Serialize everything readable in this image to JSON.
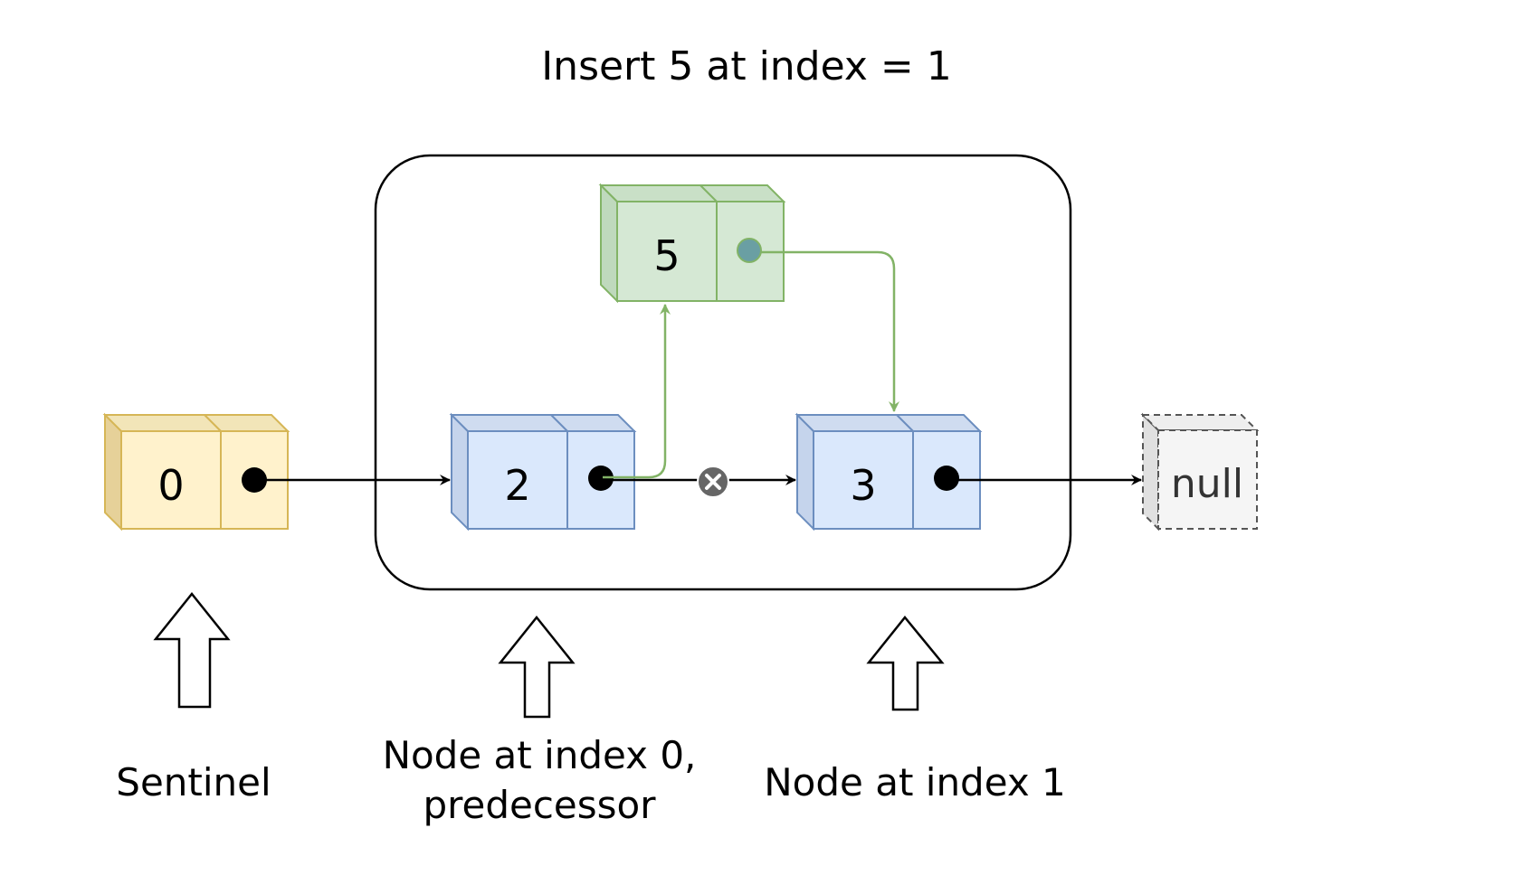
{
  "title": "Insert 5 at index = 1",
  "nodes": {
    "sentinel": {
      "value": "0",
      "fill": "#fff2cc",
      "stroke": "#d6b656"
    },
    "predecessor": {
      "value": "2",
      "fill": "#dae8fc",
      "stroke": "#6c8ebf"
    },
    "new_node": {
      "value": "5",
      "fill": "#d5e8d4",
      "stroke": "#82b366"
    },
    "successor": {
      "value": "3",
      "fill": "#dae8fc",
      "stroke": "#6c8ebf"
    },
    "null_node": {
      "value": "null",
      "fill": "#f5f5f5",
      "stroke": "#666666"
    }
  },
  "labels": {
    "sentinel": "Sentinel",
    "predecessor_line1": "Node at index 0,",
    "predecessor_line2": "predecessor",
    "successor": "Node at index 1"
  },
  "colors": {
    "new_link": "#82b366",
    "removed_marker": "#666666",
    "new_pointer_dot": "#6a9fa3"
  },
  "icons": {
    "removed_link": "x-circle-icon",
    "pointer_arrows": "block-up-arrow-icon"
  }
}
